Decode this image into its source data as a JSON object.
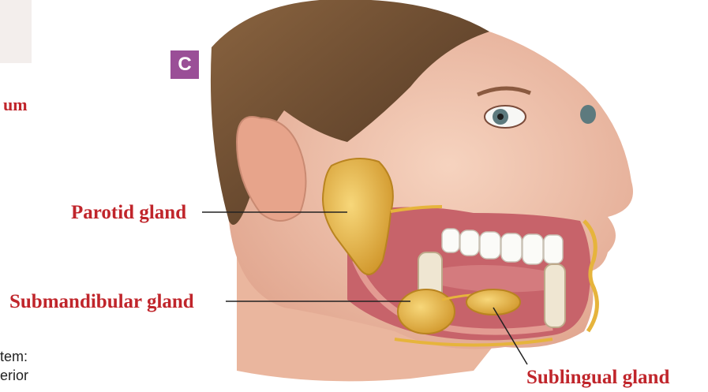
{
  "panel": {
    "letter": "C",
    "badge_color": "#9a4f97"
  },
  "cut_off_left": {
    "label_fragment": "um",
    "caption_lines": [
      "tem:",
      "erior"
    ]
  },
  "labels": {
    "parotid": "Parotid gland",
    "submandibular": "Submandibular gland",
    "sublingual": "Sublingual gland"
  },
  "colors": {
    "label": "#c0252b",
    "gland": "#e6b43c",
    "skin": "#f0c2aa",
    "hair": "#6b4a30",
    "muscle": "#c7636a"
  }
}
